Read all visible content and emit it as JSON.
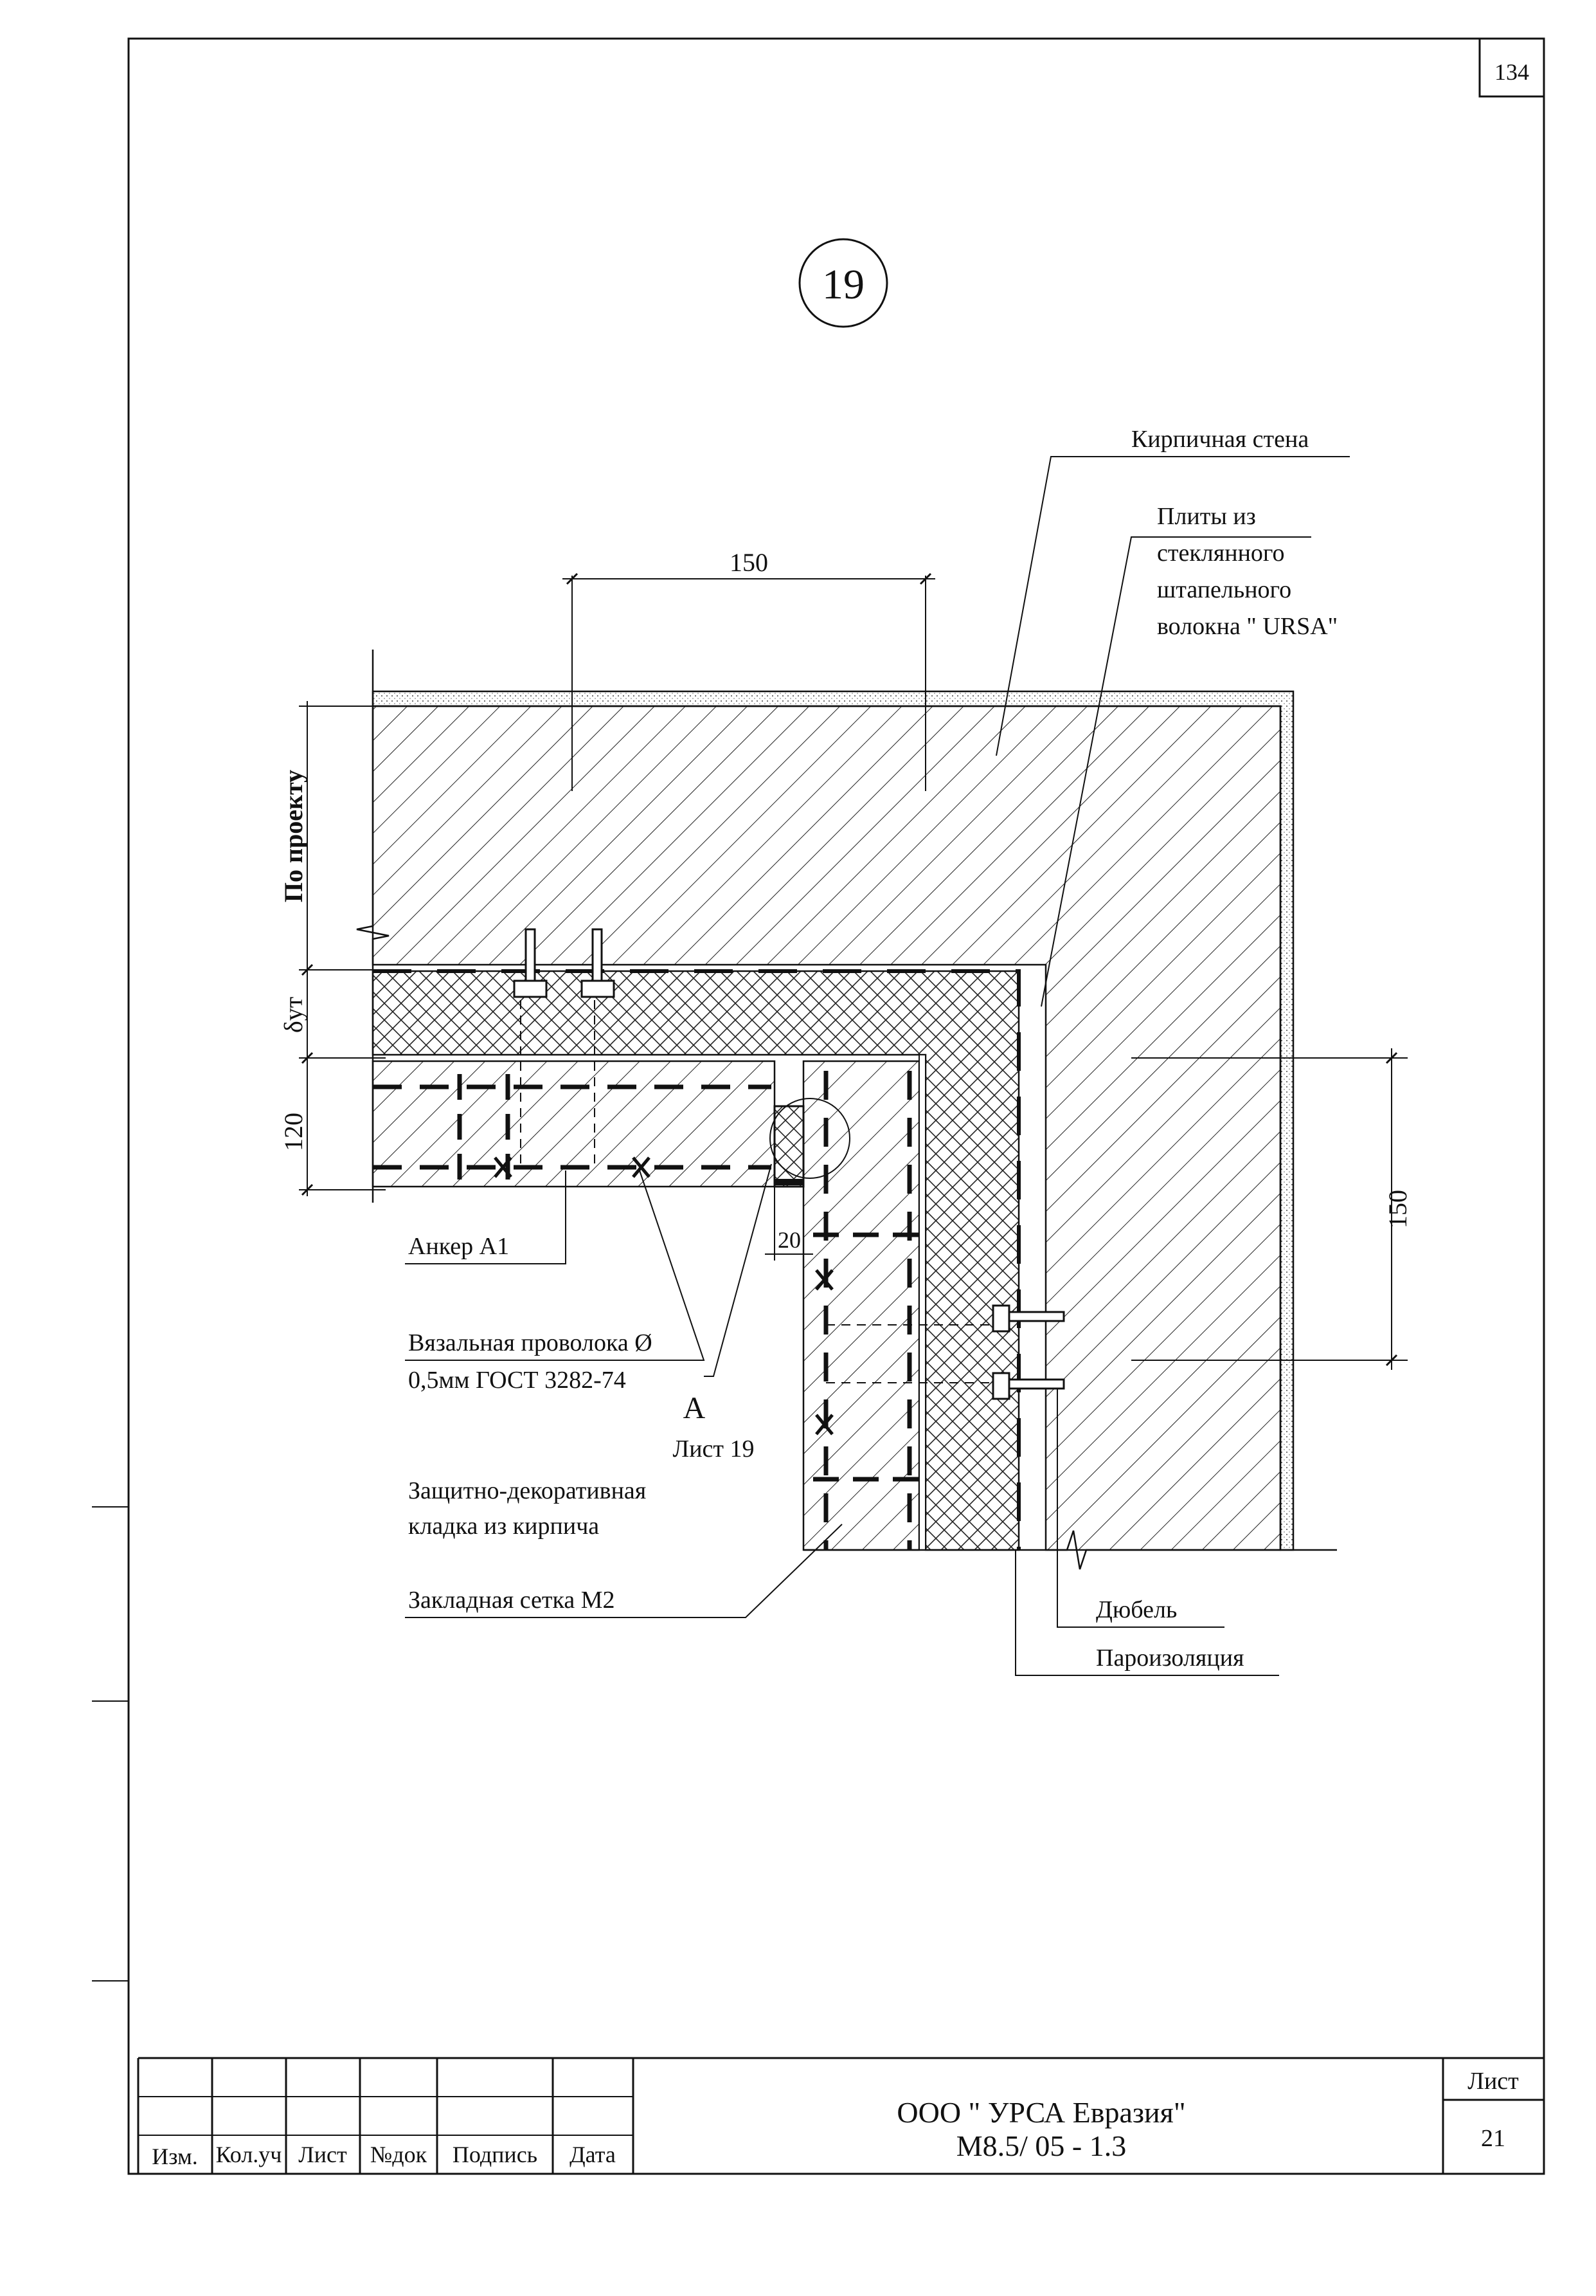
{
  "sheet": {
    "corner_number": "134",
    "detail_number": "19",
    "sheet_label": "Лист",
    "sheet_number": "21",
    "company": "ООО \" УРСА Евразия\"",
    "doc_code": "М8.5/ 05 - 1.3"
  },
  "title_block": {
    "columns": [
      "Изм.",
      "Кол.уч",
      "Лист",
      "№док",
      "Подпись",
      "Дата"
    ]
  },
  "labels": {
    "brick_wall": "Кирпичная стена",
    "plates_line1": "Плиты из",
    "plates_line2": "стеклянного",
    "plates_line3": "штапельного",
    "plates_line4": "волокна \" URSA\"",
    "anchor": "Анкер А1",
    "wire_line1": "Вязальная проволока  Ø",
    "wire_line2": "0,5мм ГОСТ 3282-74",
    "section_letter": "А",
    "section_sheet": "Лист 19",
    "masonry_line1": "Защитно-декоративная",
    "masonry_line2": "кладка из кирпича",
    "mesh": "Закладная сетка М2",
    "dowel": "Дюбель",
    "vapor": "Пароизоляция"
  },
  "dimensions": {
    "top_150": "150",
    "right_150": "150",
    "left_120": "120",
    "gap_20": "20",
    "by_project": "По проекту",
    "delta": "δут"
  }
}
